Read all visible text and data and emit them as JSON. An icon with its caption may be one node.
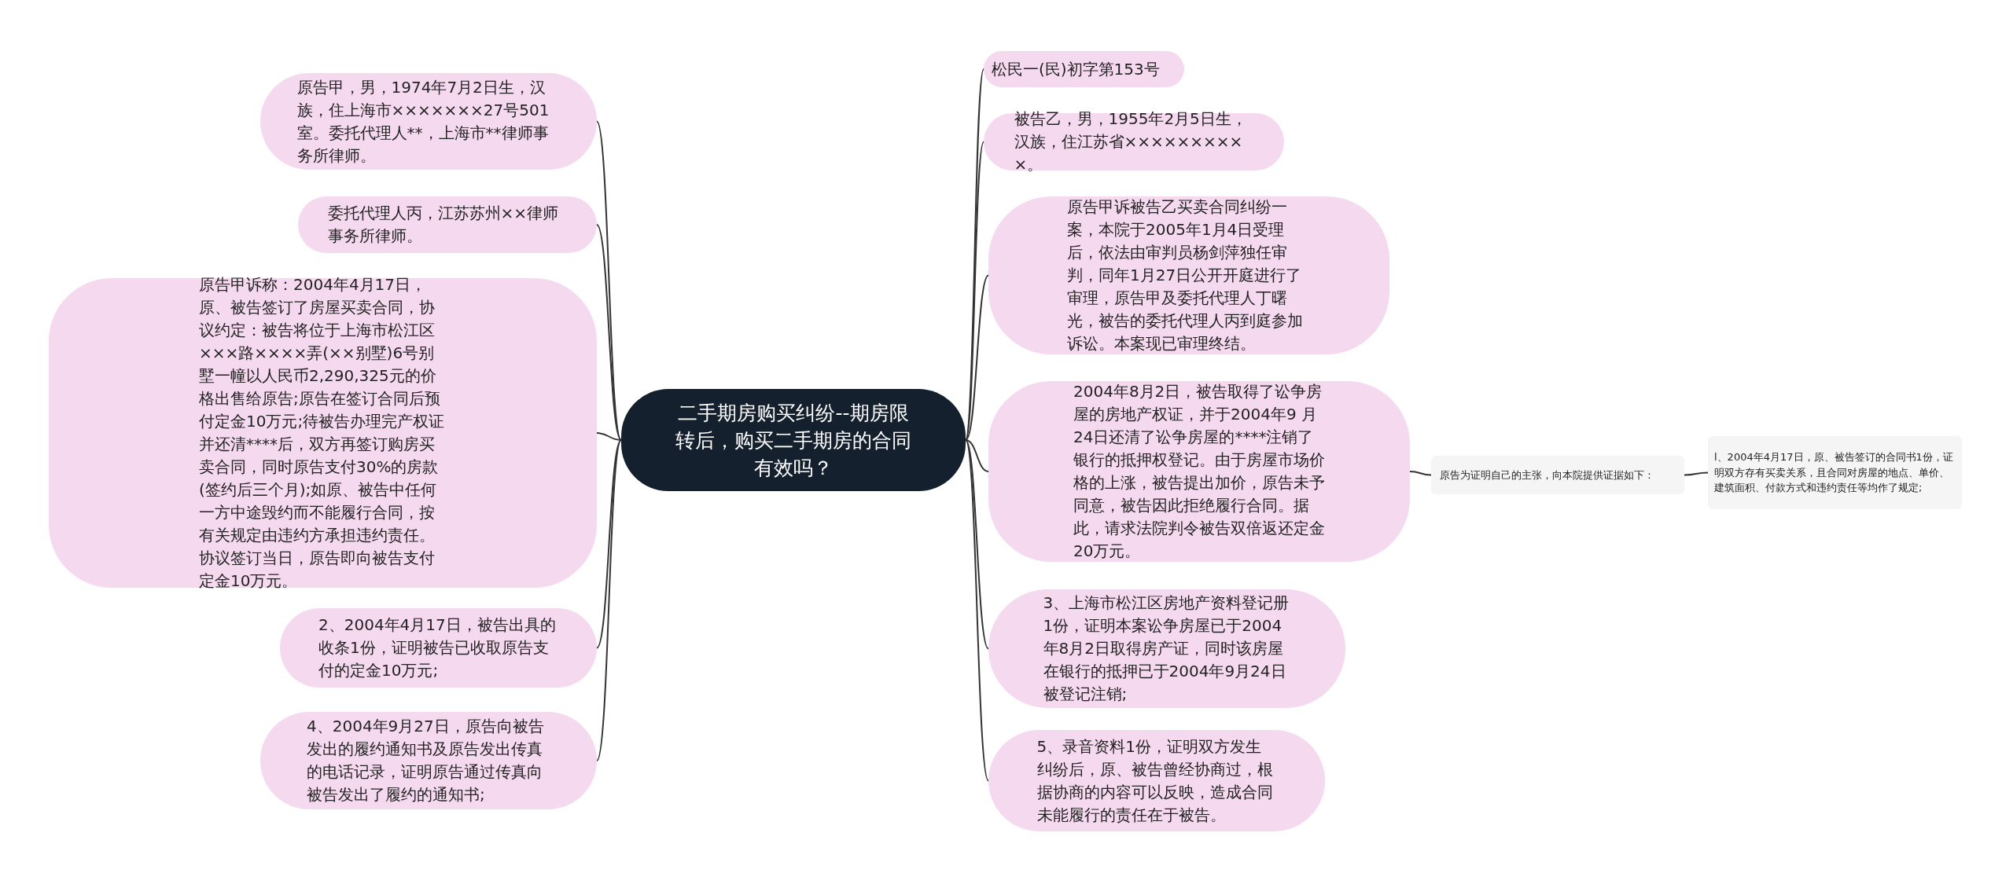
{
  "diagram": {
    "nodes": [
      {
        "text": [
          "二手期房购买纠纷--期房限转后，购买二手期房的合同有效吗？"
        ]
      },
      {
        "text": [
          "原告甲，男，1974年7月2日生，汉族，住上海市×××××××27号501室。委托代理人**，上海市**律师事务所律师。"
        ]
      },
      {
        "text": [
          "委托代理人丙，江苏苏州××律师事务所律师。"
        ]
      },
      {
        "text": [
          "原告甲诉称：2004年4月17日，原、被告签订了房屋买卖合同，协议约定：被告将位于上海市松江区×××路××××弄(××别墅)6号别墅一幢以人民币2,290,325元的价格出售给原告;原告在签订合同后预付定金10万元;待被告办理完产权证并还清****后，双方再签订购房买卖合同，同时原告支付30%的房款(签约后三个月);如原、被告中任何一方中途毁约而不能履行合同，按有关规定由违约方承担违约责任。协议签订当日，原告即向被告支付定金10万元。"
        ]
      },
      {
        "text": [
          "2、2004年4月17日，被告出具的收条1份，证明被告已收取原告支付的定金10万元;"
        ]
      },
      {
        "text": [
          "4、2004年9月27日，原告向被告发出的履约通知书及原告发出传真的电话记录，证明原告通过传真向被告发出了履约的通知书;"
        ]
      },
      {
        "text": [
          "松民一(民)初字第153号"
        ]
      },
      {
        "text": [
          "被告乙，男，1955年2月5日生，汉族，住江苏省××××××××××。"
        ]
      },
      {
        "text": [
          "原告甲诉被告乙买卖合同纠纷一案，本院于2005年1月4日受理后，依法由审判员杨剑萍独任审判，同年1月27日公开开庭进行了审理，原告甲及委托代理人丁曙光，被告的委托代理人丙到庭参加诉讼。本案现已审理终结。"
        ]
      },
      {
        "text": [
          "2004年8月2日，被告取得了讼争房屋的房地产权证，并于2004年9 月24日还清了讼争房屋的****注销了银行的抵押权登记。由于房屋市场价格的上涨，被告提出加价，原告未予同意，被告因此拒绝履行合同。据此，请求法院判令被告双倍返还定金20万元。"
        ]
      },
      {
        "text": [
          "3、上海市松江区房地产资料登记册1份，证明本案讼争房屋已于2004年8月2日取得房产证，同时该房屋在银行的抵押已于2004年9月24日被登记注销;"
        ]
      },
      {
        "text": [
          "5、录音资料1份，证明双方发生纠纷后，原、被告曾经协商过，根据协商的内容可以反映，造成合同未能履行的责任在于被告。"
        ]
      },
      {
        "text": [
          "原告为证明自己的主张，向本院提供证据如下："
        ]
      },
      {
        "text": [
          "l、2004年4月17日，原、被告签订的合同书1份，证明双方存有买卖关系，且合同对房屋的地点、单价、建筑面积、付款方式和违约责任等均作了规定;"
        ]
      }
    ],
    "edges": [
      {
        "from": 0,
        "to": 1,
        "arrow": "none"
      },
      {
        "from": 0,
        "to": 2,
        "arrow": "none"
      },
      {
        "from": 0,
        "to": 3,
        "arrow": "none"
      },
      {
        "from": 0,
        "to": 4,
        "arrow": "none"
      },
      {
        "from": 0,
        "to": 5,
        "arrow": "none"
      },
      {
        "from": 0,
        "to": 6,
        "arrow": "none"
      },
      {
        "from": 0,
        "to": 7,
        "arrow": "none"
      },
      {
        "from": 0,
        "to": 8,
        "arrow": "none"
      },
      {
        "from": 0,
        "to": 9,
        "arrow": "none"
      },
      {
        "from": 0,
        "to": 10,
        "arrow": "none"
      },
      {
        "from": 0,
        "to": 11,
        "arrow": "none"
      },
      {
        "from": 9,
        "to": 12,
        "arrow": "none"
      },
      {
        "from": 12,
        "to": 13,
        "arrow": "none"
      }
    ]
  }
}
